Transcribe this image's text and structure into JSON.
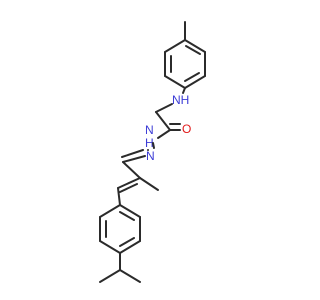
{
  "atoms": {
    "nh_amine": {
      "label": "NH",
      "color": "#3b3bd6"
    },
    "nh_amide": {
      "label": "N",
      "sublabel": "H",
      "color": "#3b3bd6"
    },
    "n_imine": {
      "label": "N",
      "color": "#3b3bd6"
    },
    "o_carbonyl": {
      "label": "O",
      "color": "#e11a1a"
    }
  },
  "colors": {
    "bond": "#2b2b2b",
    "nitrogen": "#3b3bd6",
    "oxygen": "#e11a1a"
  }
}
